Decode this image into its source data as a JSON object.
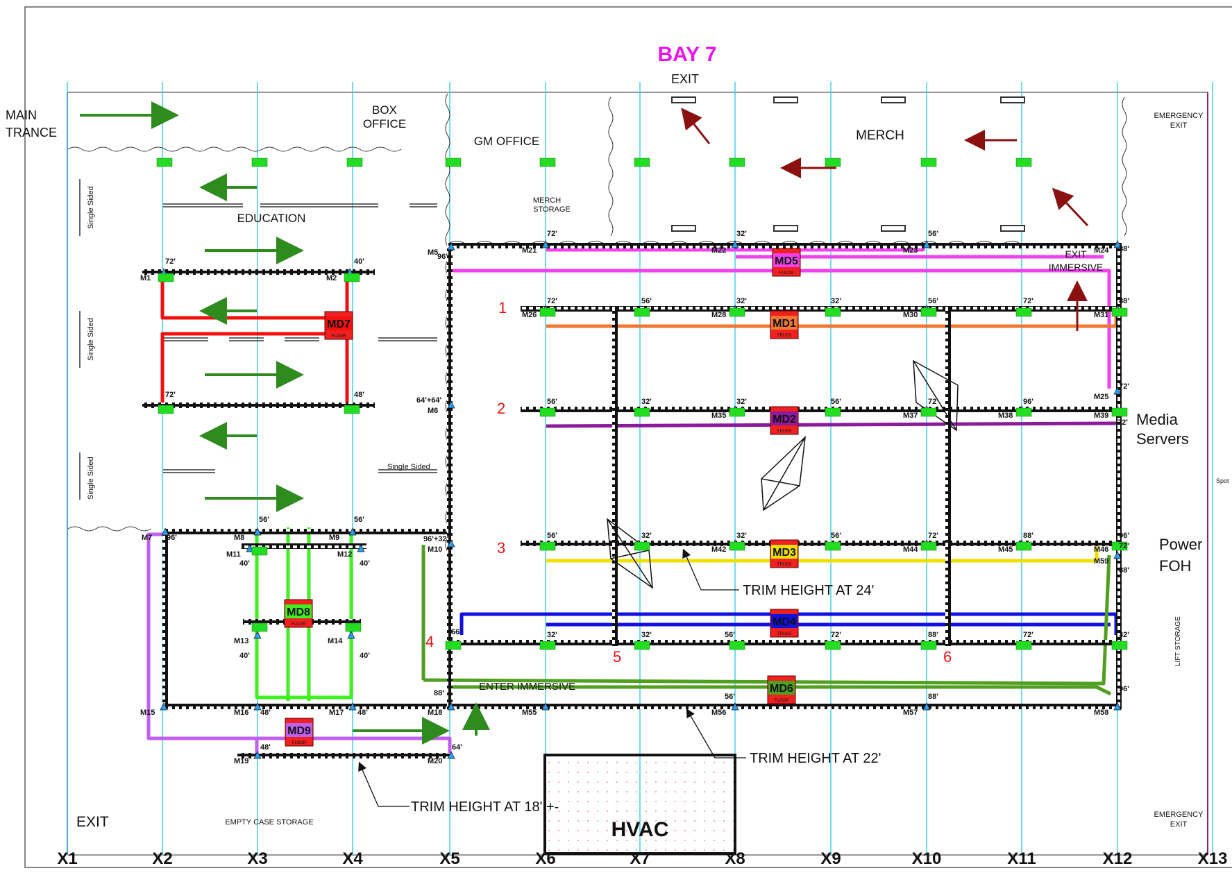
{
  "title": "BAY 7",
  "grid_labels": [
    "X1",
    "X2",
    "X3",
    "X4",
    "X5",
    "X6",
    "X7",
    "X8",
    "X9",
    "X10",
    "X11",
    "X12",
    "X13"
  ],
  "rooms": {
    "exit_top": "EXIT",
    "main_entrance": [
      "MAIN",
      "TRANCE"
    ],
    "box_office": [
      "BOX",
      "OFFICE"
    ],
    "gm_office": "GM OFFICE",
    "merch": "MERCH",
    "merch_storage": [
      "MERCH",
      "STORAGE"
    ],
    "education": "EDUCATION",
    "emergency_exit_top": [
      "EMERGENCY",
      "EXIT"
    ],
    "emergency_exit_bottom": [
      "EMERGENCY",
      "EXIT"
    ],
    "exit_immersive": [
      "EXIT",
      "IMMERSIVE"
    ],
    "enter_immersive": "ENTER IMMERSIVE",
    "media_servers": [
      "Media",
      "Servers"
    ],
    "power_foh": [
      "Power",
      "FOH"
    ],
    "lift_storage": "LIFT STORAGE",
    "hvac": "HVAC",
    "empty_case_storage": "EMPTY CASE STORAGE",
    "exit_bottom": "EXIT",
    "single_sided": "Single Sided",
    "spot": "Spot"
  },
  "trim_notes": [
    "TRIM HEIGHT AT 24'",
    "TRIM HEIGHT AT 22'",
    "TRIM HEIGHT AT 18' +-"
  ],
  "truss_numbers": [
    "1",
    "2",
    "3",
    "4",
    "5",
    "6"
  ],
  "motor_labels": [
    "M1",
    "M2",
    "M5",
    "M6",
    "M7",
    "M8",
    "M9",
    "M10",
    "M11",
    "M12",
    "M13",
    "M14",
    "M15",
    "M16",
    "M17",
    "M18",
    "M19",
    "M20",
    "M21",
    "M22",
    "M23",
    "M24",
    "M25",
    "M26",
    "M28",
    "M30",
    "M31",
    "M35",
    "M37",
    "M38",
    "M39",
    "M42",
    "M44",
    "M45",
    "M46",
    "M55",
    "M56",
    "M57",
    "M58",
    "M59"
  ],
  "height_labels": [
    "72'",
    "40'",
    "72'",
    "48'",
    "96'",
    "64'+64'",
    "96'+32'",
    "96'",
    "56'",
    "56'",
    "40'",
    "40'",
    "40'",
    "40'",
    "48'",
    "48'",
    "48'",
    "64'",
    "88'",
    "72'",
    "32'",
    "56'",
    "88'",
    "72'",
    "56'",
    "32'",
    "32'",
    "56'",
    "72'",
    "88'",
    "72'",
    "56'",
    "32'",
    "32'",
    "56'",
    "72'",
    "96'",
    "72'",
    "56'",
    "32'",
    "32'",
    "56'",
    "72'",
    "88'",
    "96'",
    "72'",
    "56'",
    "32'",
    "32'",
    "56'",
    "72'",
    "88'",
    "72'",
    "32'",
    "56'",
    "88'",
    "96'",
    "88'"
  ],
  "distros": {
    "MD1": "TRUSS",
    "MD2": "TRUSS",
    "MD3": "TRUSS",
    "MD4": "TRUSS",
    "MD5": "FLOOR",
    "MD6": "FLOOR",
    "MD7": "FLOOR",
    "MD8": "FLOOR",
    "MD9": "FLOOR"
  },
  "distro_names": [
    "MD1",
    "MD2",
    "MD3",
    "MD4",
    "MD5",
    "MD6",
    "MD7",
    "MD8",
    "MD9"
  ],
  "colors": {
    "MD1": "#f07830",
    "MD2": "#8c1a9c",
    "MD3": "#f0e000",
    "MD4": "#1010e0",
    "MD5": "#f040f0",
    "MD6": "#50a020",
    "MD7": "#f01010",
    "MD8": "#40f020",
    "MD9": "#c060f0",
    "title": "#ee10ee",
    "grid": "#40d0f0",
    "truss": "#111111",
    "motor": "#22dd22"
  }
}
